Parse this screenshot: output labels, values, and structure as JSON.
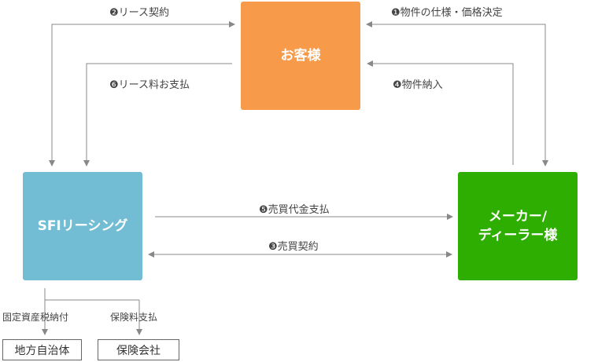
{
  "nodes": {
    "customer": {
      "label": "お客様",
      "color": "#F79A4A"
    },
    "sfi": {
      "label": "SFIリーシング",
      "color": "#72BCD4"
    },
    "maker": {
      "line1": "メーカー/",
      "line2": "ディーラー様",
      "color": "#2EAE00"
    }
  },
  "flows": {
    "f1": "❶物件の仕様・価格決定",
    "f2": "❷リース契約",
    "f3": "❸売買契約",
    "f4": "❹物件納入",
    "f5": "❺売買代金支払",
    "f6": "❻リース料お支払"
  },
  "sub": {
    "tax_label": "固定資産税納付",
    "insurance_label": "保険料支払",
    "local_gov": "地方自治体",
    "insurer": "保険会社"
  },
  "colors": {
    "arrow": "#888888"
  }
}
